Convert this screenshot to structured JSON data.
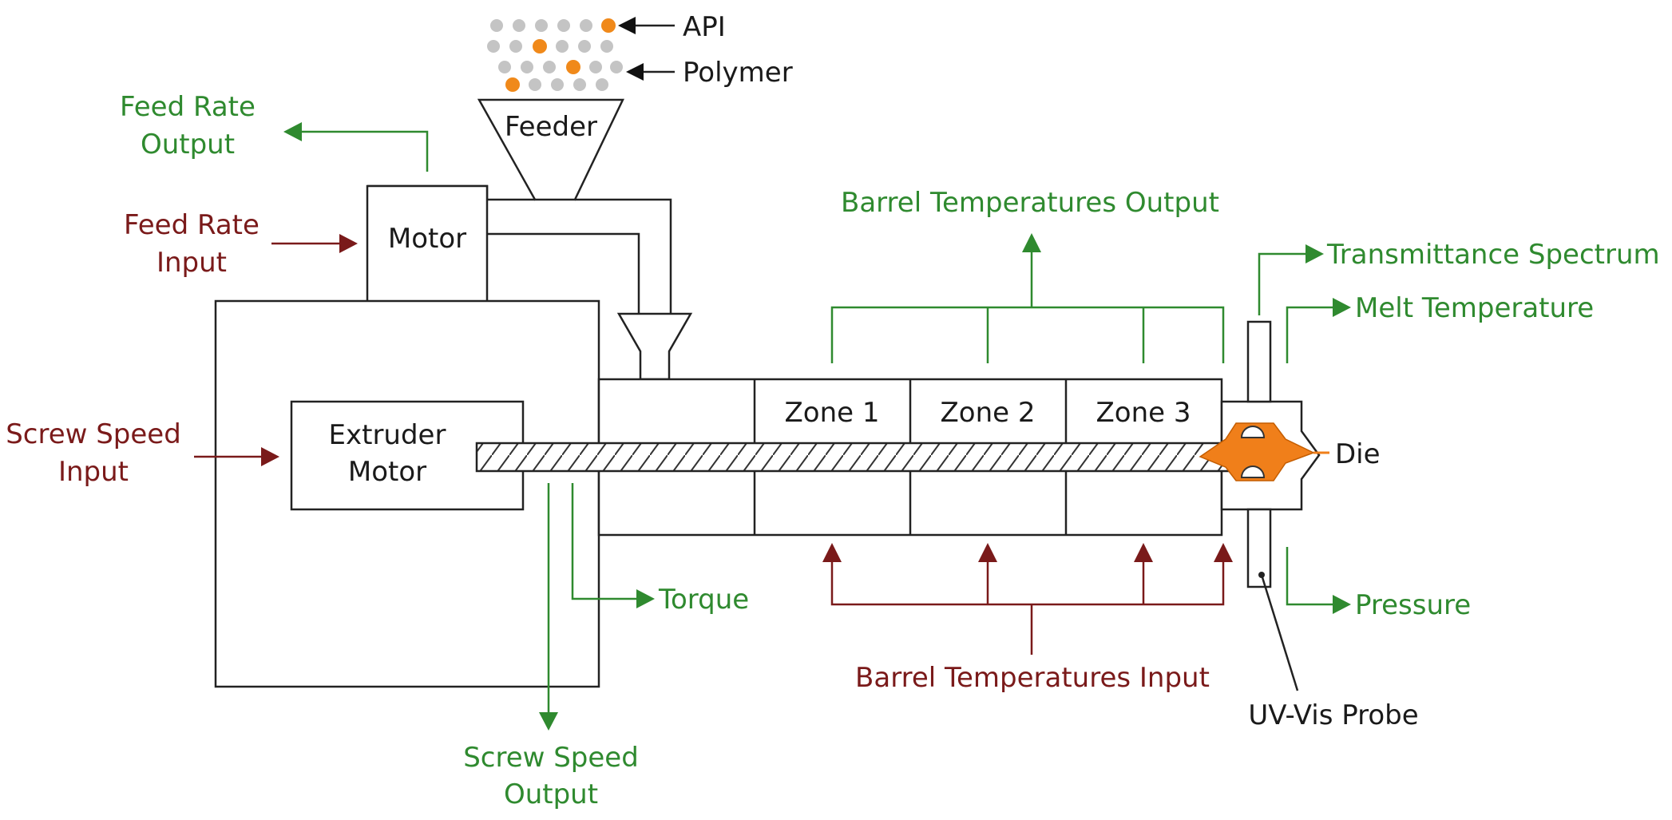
{
  "labels": {
    "api": "API",
    "polymer": "Polymer",
    "feeder": "Feeder",
    "motor": "Motor",
    "extruder_motor_line1": "Extruder",
    "extruder_motor_line2": "Motor",
    "zone1": "Zone 1",
    "zone2": "Zone 2",
    "zone3": "Zone 3",
    "die": "Die",
    "uv_vis_probe": "UV-Vis Probe"
  },
  "inputs": {
    "feed_rate_line1": "Feed Rate",
    "feed_rate_line2": "Input",
    "screw_speed_line1": "Screw Speed",
    "screw_speed_line2": "Input",
    "barrel_temperatures": "Barrel Temperatures Input"
  },
  "outputs": {
    "feed_rate_line1": "Feed Rate",
    "feed_rate_line2": "Output",
    "barrel_temperatures": "Barrel Temperatures Output",
    "transmittance_spectrum": "Transmittance Spectrum",
    "melt_temperature": "Melt Temperature",
    "pressure": "Pressure",
    "torque": "Torque",
    "screw_speed_line1": "Screw Speed",
    "screw_speed_line2": "Output"
  },
  "colors": {
    "output": "#2f8a2f",
    "input": "#7a1a1a",
    "die_melt": "#f07f1a",
    "api_particle": "#f0891a",
    "polymer_particle": "#c4c4c4"
  }
}
